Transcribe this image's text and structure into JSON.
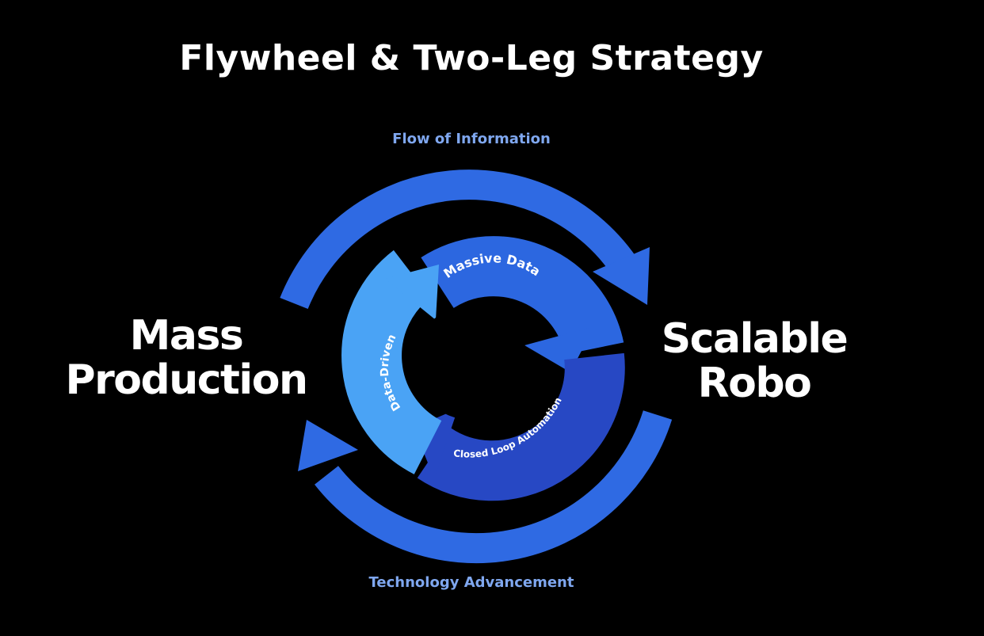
{
  "title": "Flywheel & Two-Leg Strategy",
  "outer_cycle": {
    "top_label": "Flow of Information",
    "bottom_label": "Technology Advancement",
    "color": "#2f6ae3"
  },
  "left_node": {
    "line1": "Mass",
    "line2": "Production"
  },
  "right_node": {
    "line1": "Scalable",
    "line2": "Robo"
  },
  "inner_cycle": {
    "segments": [
      {
        "label": "Massive Data",
        "color": "#2c67e0"
      },
      {
        "label": "Closed Loop Automation",
        "color": "#2748c4"
      },
      {
        "label": "Data-Driven",
        "color": "#4aa3f5"
      }
    ]
  }
}
